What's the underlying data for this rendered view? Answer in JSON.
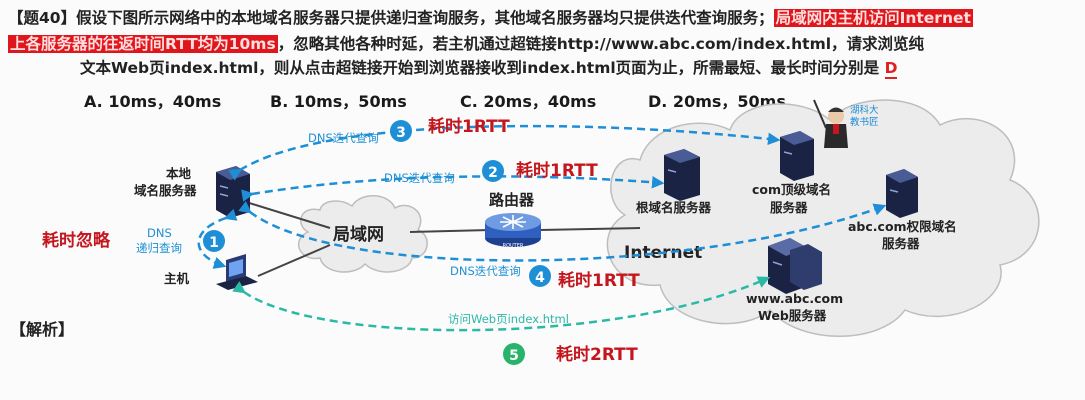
{
  "question": {
    "line1_prefix": "【题40】假设下图所示网络中的本地域名服务器只提供递归查询服务，其他域名服务器均只提供迭代查询服务；",
    "line1_highlight": "局域网内主机访问Internet",
    "line2_highlight": "上各服务器的往返时间RTT均为10ms",
    "line2_suffix": "，忽略其他各种时延，若主机通过超链接http://www.abc.com/index.html，请求浏览纯",
    "line3_text": "文本Web页index.html，则从点击超链接开始到浏览器接收到index.html页面为止，所需最短、最长时间分别是",
    "line3_answer": "D"
  },
  "options": [
    {
      "label": "A. 10ms，40ms"
    },
    {
      "label": "B. 10ms，50ms"
    },
    {
      "label": "C. 20ms，40ms"
    },
    {
      "label": "D. 20ms，50ms"
    }
  ],
  "section": {
    "analysis": "【解析】"
  },
  "teacher": {
    "name_line1": "湖科大",
    "name_line2": "教书匠"
  },
  "nodes": {
    "local_dns_line1": "本地",
    "local_dns_line2": "域名服务器",
    "host": "主机",
    "lan": "局域网",
    "router_title": "路由器",
    "router_badge": "ROUTER",
    "internet": "Internet",
    "root_dns": "根域名服务器",
    "com_dns_line1": "com顶级域名",
    "com_dns_line2": "服务器",
    "abc_dns_line1": "abc.com权限域名",
    "abc_dns_line2": "服务器",
    "web_line1": "www.abc.com",
    "web_line2": "Web服务器"
  },
  "steps": [
    {
      "num": "1",
      "label_line1": "DNS",
      "label_line2": "递归查询"
    },
    {
      "num": "2",
      "label": "DNS迭代查询",
      "cost": "耗时1RTT"
    },
    {
      "num": "3",
      "label": "DNS迭代查询",
      "cost": "耗时1RTT"
    },
    {
      "num": "4",
      "label": "DNS迭代查询",
      "cost": "耗时1RTT"
    },
    {
      "num": "5",
      "label": "访问Web页index.html",
      "cost": "耗时2RTT"
    }
  ],
  "notes": {
    "ignored": "耗时忽略"
  },
  "colors": {
    "arrow": "#1e8fd6",
    "web_arrow": "#2bb9a6",
    "cost": "#c4161c",
    "badge": "#1e8fd6",
    "badge_green": "#27b36a",
    "highlight": "#e0161d"
  }
}
